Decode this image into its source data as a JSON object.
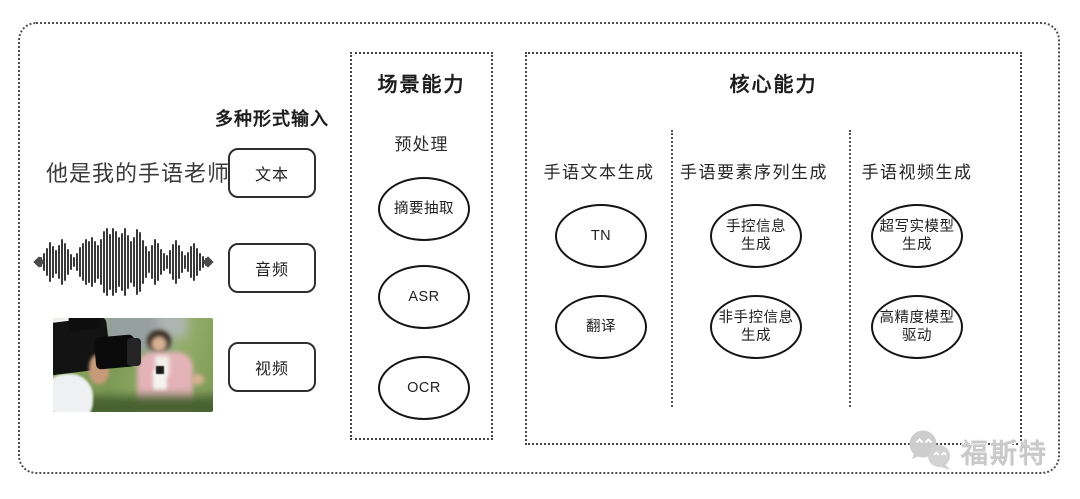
{
  "colors": {
    "line": "#454545",
    "text": "#2b2b2b",
    "watermark": "#c9c9c9"
  },
  "input_section": {
    "label": "多种形式输入",
    "sample_text": "他是我的手语老师",
    "type_boxes": [
      {
        "label": "文本"
      },
      {
        "label": "音频"
      },
      {
        "label": "视频"
      }
    ],
    "waveform_amplitudes": [
      5,
      9,
      14,
      20,
      16,
      12,
      17,
      23,
      19,
      13,
      8,
      5,
      9,
      15,
      19,
      23,
      21,
      25,
      21,
      17,
      23,
      31,
      34,
      28,
      34,
      31,
      25,
      29,
      34,
      27,
      21,
      25,
      33,
      30,
      22,
      16,
      11,
      17,
      23,
      19,
      13,
      9,
      7,
      12,
      18,
      22,
      17,
      11,
      7,
      10,
      16,
      19,
      14,
      9,
      6,
      4
    ]
  },
  "scene_box": {
    "title": "场景能力",
    "stage_label": "预处理",
    "nodes": [
      {
        "line1": "摘要抽取"
      },
      {
        "line1": "ASR"
      },
      {
        "line1": "OCR"
      }
    ]
  },
  "core_box": {
    "title": "核心能力",
    "columns": [
      {
        "header": "手语文本生成",
        "nodes": [
          {
            "line1": "TN"
          },
          {
            "line1": "翻译"
          }
        ]
      },
      {
        "header": "手语要素序列生成",
        "nodes": [
          {
            "line1": "手控信息",
            "line2": "生成"
          },
          {
            "line1": "非手控信息",
            "line2": "生成"
          }
        ]
      },
      {
        "header": "手语视频生成",
        "nodes": [
          {
            "line1": "超写实模型",
            "line2": "生成"
          },
          {
            "line1": "高精度模型",
            "line2": "驱动"
          }
        ]
      }
    ]
  },
  "watermark": {
    "text": "福斯特"
  }
}
